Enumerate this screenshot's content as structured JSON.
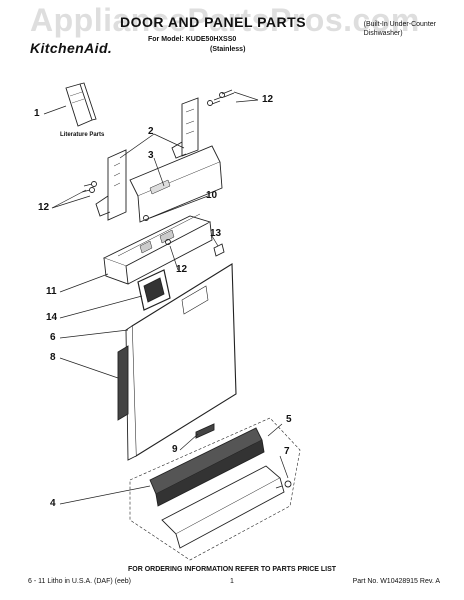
{
  "header": {
    "watermark": "AppliancePartsPros.com",
    "title": "DOOR AND PANEL PARTS",
    "model_line": "For Model: KUDE50HXSS0",
    "finish": "(Stainless)",
    "brand": "KitchenAid.",
    "appliance_line1": "(Built-In Under-Counter",
    "appliance_line2": "Dishwasher)"
  },
  "callouts": {
    "c1": "1",
    "c2": "2",
    "c3": "3",
    "c4": "4",
    "c5": "5",
    "c6": "6",
    "c7": "7",
    "c8": "8",
    "c9": "9",
    "c10": "10",
    "c11": "11",
    "c12a": "12",
    "c12b": "12",
    "c12c": "12",
    "c13": "13",
    "c14": "14"
  },
  "literature_label": "Literature Parts",
  "footer": {
    "note": "FOR ORDERING INFORMATION REFER TO PARTS PRICE LIST",
    "litho": "6 - 11 Litho in U.S.A. (DAF) (eeb)",
    "page": "1",
    "part_number": "Part No. W10428915 Rev. A"
  }
}
